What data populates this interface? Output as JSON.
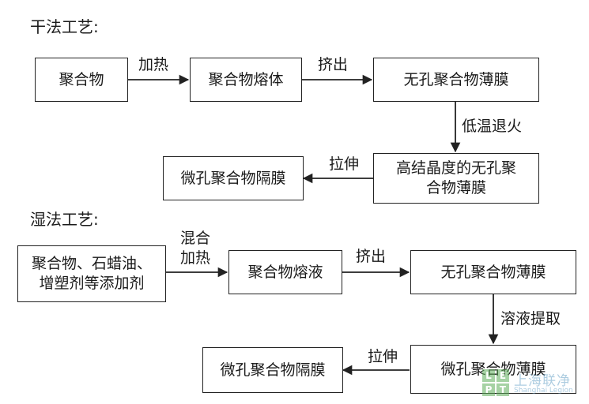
{
  "dry": {
    "title": "干法工艺:",
    "boxes": {
      "polymer": "聚合物",
      "melt": "聚合物熔体",
      "film": "无孔聚合物薄膜",
      "crystal": "高结晶度的无孔聚合物薄膜",
      "product": "微孔聚合物隔膜"
    },
    "labels": {
      "heat": "加热",
      "extrude": "挤出",
      "anneal": "低温退火",
      "stretch": "拉伸"
    }
  },
  "wet": {
    "title": "湿法工艺:",
    "boxes": {
      "mix": "聚合物、石蜡油、增塑剂等添加剂",
      "solution": "聚合物熔液",
      "film": "无孔聚合物薄膜",
      "micro": "微孔聚合物薄膜",
      "product": "微孔聚合物隔膜"
    },
    "labels": {
      "mix_heat": "混合加热",
      "extrude": "挤出",
      "extract": "溶液提取",
      "stretch": "拉伸"
    }
  },
  "watermark": {
    "letters": [
      "L",
      "E",
      "P",
      "T"
    ],
    "cn": "上海联净",
    "en": "Shanghai Legion"
  }
}
